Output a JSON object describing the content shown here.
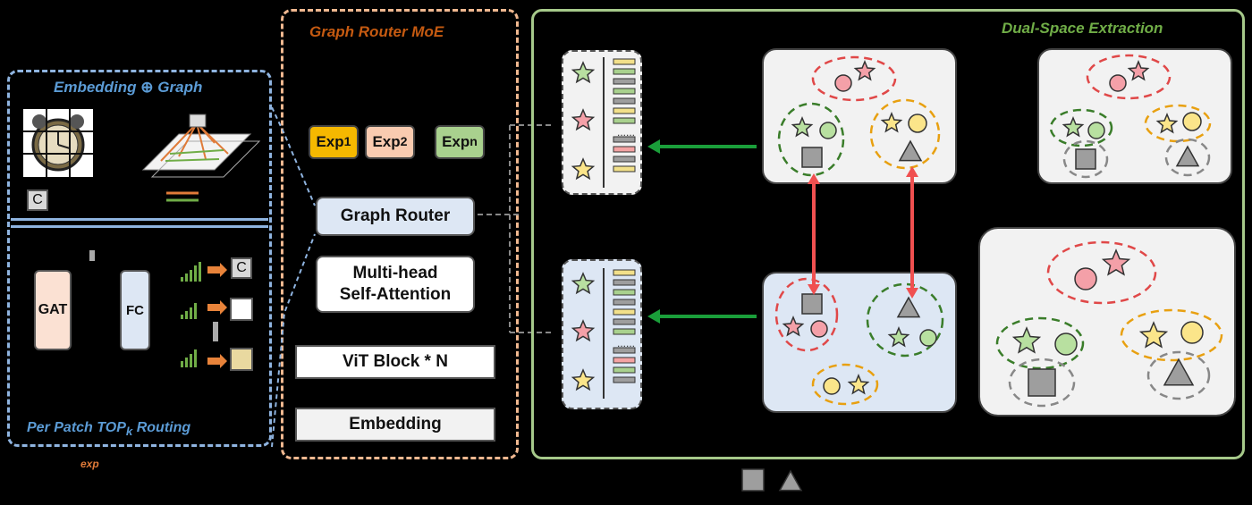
{
  "left_panel": {
    "embedding_title": "Embedding",
    "embedding_icon": "circled-plus-icon",
    "graph_title": "Graph",
    "class_token": "C",
    "gat_label": "GAT",
    "fc_label": "FC",
    "patch_tokens": [
      "C",
      "",
      ""
    ],
    "routing_title_prefix": "Per Patch TOP",
    "routing_title_subscript": "k",
    "routing_title_suffix": " Routing",
    "below_note": "exp"
  },
  "middle_panel": {
    "title": "Graph Router MoE",
    "experts": [
      {
        "label": "Exp",
        "sub": "1",
        "color": "#f5b800"
      },
      {
        "label": "Exp",
        "sub": "2",
        "color": "#f9cbb0"
      },
      {
        "label": "Exp",
        "sub": "n",
        "color": "#a9d18e"
      }
    ],
    "graph_router": "Graph Router",
    "mhsa_line1": "Multi-head",
    "mhsa_line2": "Self-Attention",
    "vit_block": "ViT Block * N",
    "embedding": "Embedding"
  },
  "right_panel": {
    "title": "Dual-Space Extraction",
    "bar_colors_top": [
      "#f2e08a",
      "#a9d18e",
      "#9e9e9e",
      "#a9d18e",
      "#9e9e9e",
      "#f2e08a",
      "#a9d18e",
      "#9e9e9e",
      "#f4a3a3",
      "#9e9e9e",
      "#f2e08a"
    ],
    "bar_colors_bottom": [
      "#f2e08a",
      "#9e9e9e",
      "#a9d18e",
      "#9e9e9e",
      "#f2e08a",
      "#9e9e9e",
      "#a9d18e",
      "#9e9e9e",
      "#f4a3a3",
      "#a9d18e",
      "#9e9e9e"
    ],
    "ellipsis": "......",
    "legend_shapes": [
      "square",
      "triangle"
    ]
  },
  "colors": {
    "accent_blue": "#6fa8dc",
    "accent_orange": "#e07b39",
    "accent_green": "#8db46b",
    "title_blue": "#5b9bd5",
    "title_orange": "#c55a11",
    "title_green": "#70ad47",
    "arrow_red": "#f05050",
    "arrow_green": "#1a9e3a"
  }
}
